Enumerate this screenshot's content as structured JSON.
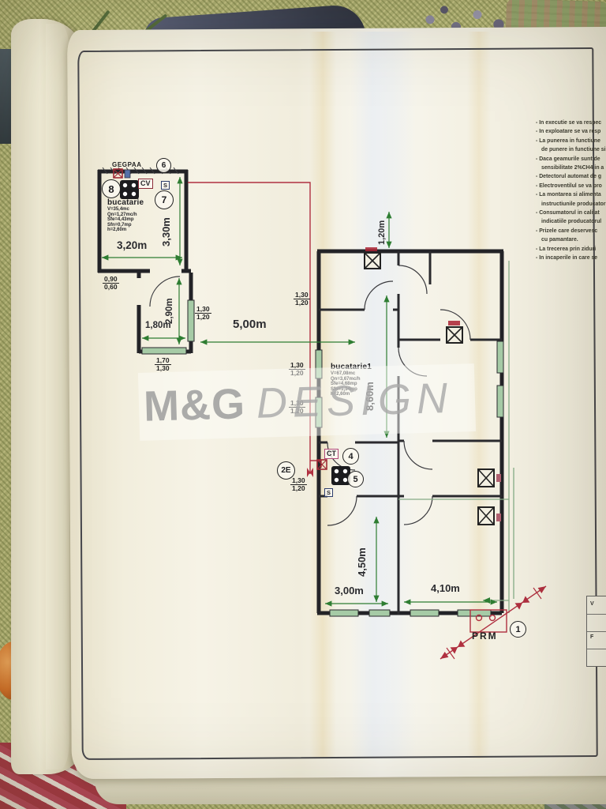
{
  "watermark": {
    "m": "M&G",
    "design": "DESIGN"
  },
  "annex": {
    "header": "GEGPAA",
    "badges": {
      "b6": "6",
      "b7": "7",
      "b8": "8"
    },
    "cv": "CV",
    "s": "S",
    "room": "bucatarie",
    "specs": [
      "V=35,4mc",
      "Qn=1,27mc/h",
      "Sfe=4,43mp",
      "Sfn=0,7mp",
      "h=2,60m"
    ],
    "dim_w": "3,20m",
    "dim_h": "3,30m",
    "hall": {
      "h": "2,90m",
      "w": "1,80m"
    },
    "fr_door": {
      "top": "0,90",
      "bot": "0,60"
    },
    "fr_win": {
      "top": "1,30",
      "bot": "1,20"
    },
    "fr_exit": {
      "top": "1,70",
      "bot": "1,30"
    }
  },
  "main": {
    "room": "bucatarie1",
    "specs": [
      "V=67,08mc",
      "Qn=3,67mc/h",
      "Sfe=4,68mp",
      "Sfn=1,34mp",
      "h=2,60m"
    ],
    "d_top": "1,20m",
    "d_gap": "5,00m",
    "d_h": "8,60m",
    "d_rh": "4,50m",
    "d_w1": "3,00m",
    "d_w2": "4,10m",
    "win_fracs": [
      {
        "top": "1,30",
        "bot": "1,20"
      },
      {
        "top": "1,30",
        "bot": "1,20"
      },
      {
        "top": "1,30",
        "bot": "1,20"
      },
      {
        "top": "1,30",
        "bot": "1,20"
      }
    ],
    "ct": "CT",
    "s": "S",
    "badges": {
      "b1": "1",
      "b2": "2E",
      "b4": "4",
      "b5": "5"
    },
    "prm": "PRM"
  },
  "notes": [
    {
      "t": "- In executie se va respec"
    },
    {
      "t": "- In exploatare se va resp"
    },
    {
      "t": "- La punerea in functiune"
    },
    {
      "t": "de punere in functiune si"
    },
    {
      "t": "- Daca geamurile sunt de"
    },
    {
      "t": "sensibilitate 2%CH4 in a"
    },
    {
      "t": "- Detectorul automat de g"
    },
    {
      "t": "- Electroventilul se va pro"
    },
    {
      "t": "- La montarea si alimenta"
    },
    {
      "t": "instructiunile producator"
    },
    {
      "t": "- Consumatorul in calitat"
    },
    {
      "t": "indicatiile producatorul"
    },
    {
      "t": "- Prizele care deservesc"
    },
    {
      "t": "cu pamantare."
    },
    {
      "t": "- La trecerea prin ziduri"
    },
    {
      "t": "- In incaperile in care se"
    }
  ],
  "titleblock": {
    "r1": "V",
    "r2": "F"
  }
}
